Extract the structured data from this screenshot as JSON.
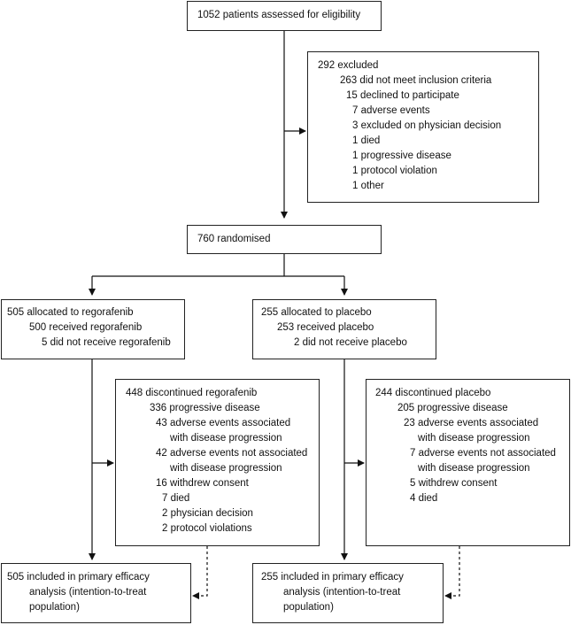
{
  "assessed": "1052 patients assessed for eligibility",
  "excluded": {
    "title": "292 excluded",
    "items": [
      "263 did not meet inclusion criteria",
      "15 declined to participate",
      "7 adverse events",
      "3 excluded on physician decision",
      "1 died",
      "1 progressive disease",
      "1 protocol violation",
      "1 other"
    ]
  },
  "randomised": "760 randomised",
  "regorafenib": {
    "allocated": "505 allocated to regorafenib",
    "received": "500 received regorafenib",
    "not_received": "5 did not receive regorafenib",
    "discontinued": {
      "title": "448 discontinued regorafenib",
      "items": [
        "336 progressive disease",
        "43 adverse events associated",
        "with disease progression",
        "42 adverse events not associated",
        "with disease progression",
        "16 withdrew consent",
        "7 died",
        "2 physician decision",
        "2 protocol violations"
      ]
    },
    "analysis": [
      "505 included in primary efficacy",
      "analysis (intention-to-treat",
      "population)"
    ]
  },
  "placebo": {
    "allocated": "255 allocated to placebo",
    "received": "253 received placebo",
    "not_received": "2 did not receive placebo",
    "discontinued": {
      "title": "244 discontinued placebo",
      "items": [
        "205 progressive disease",
        "23 adverse events associated",
        "with disease progression",
        "7 adverse events not associated",
        "with disease progression",
        "5 withdrew consent",
        "4 died"
      ]
    },
    "analysis": [
      "255 included in primary efficacy",
      "analysis (intention-to-treat",
      "population)"
    ]
  }
}
